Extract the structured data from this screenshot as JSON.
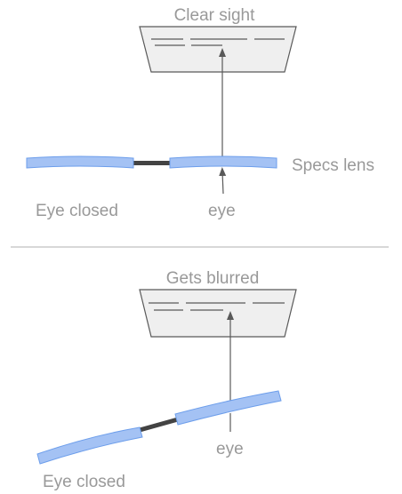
{
  "top_panel": {
    "title": "Clear sight",
    "lens_label": "Specs lens",
    "closed_eye_label": "Eye closed",
    "eye_label": "eye"
  },
  "bottom_panel": {
    "title": "Gets blurred",
    "closed_eye_label": "Eye closed",
    "eye_label": "eye"
  },
  "colors": {
    "lens_fill": "#a4c2f4",
    "lens_stroke": "#6d9eeb",
    "bridge": "#434343",
    "board_fill": "#efefef",
    "board_stroke": "#595959",
    "arrow": "#595959",
    "divider": "#cccccc",
    "label": "#999999"
  }
}
